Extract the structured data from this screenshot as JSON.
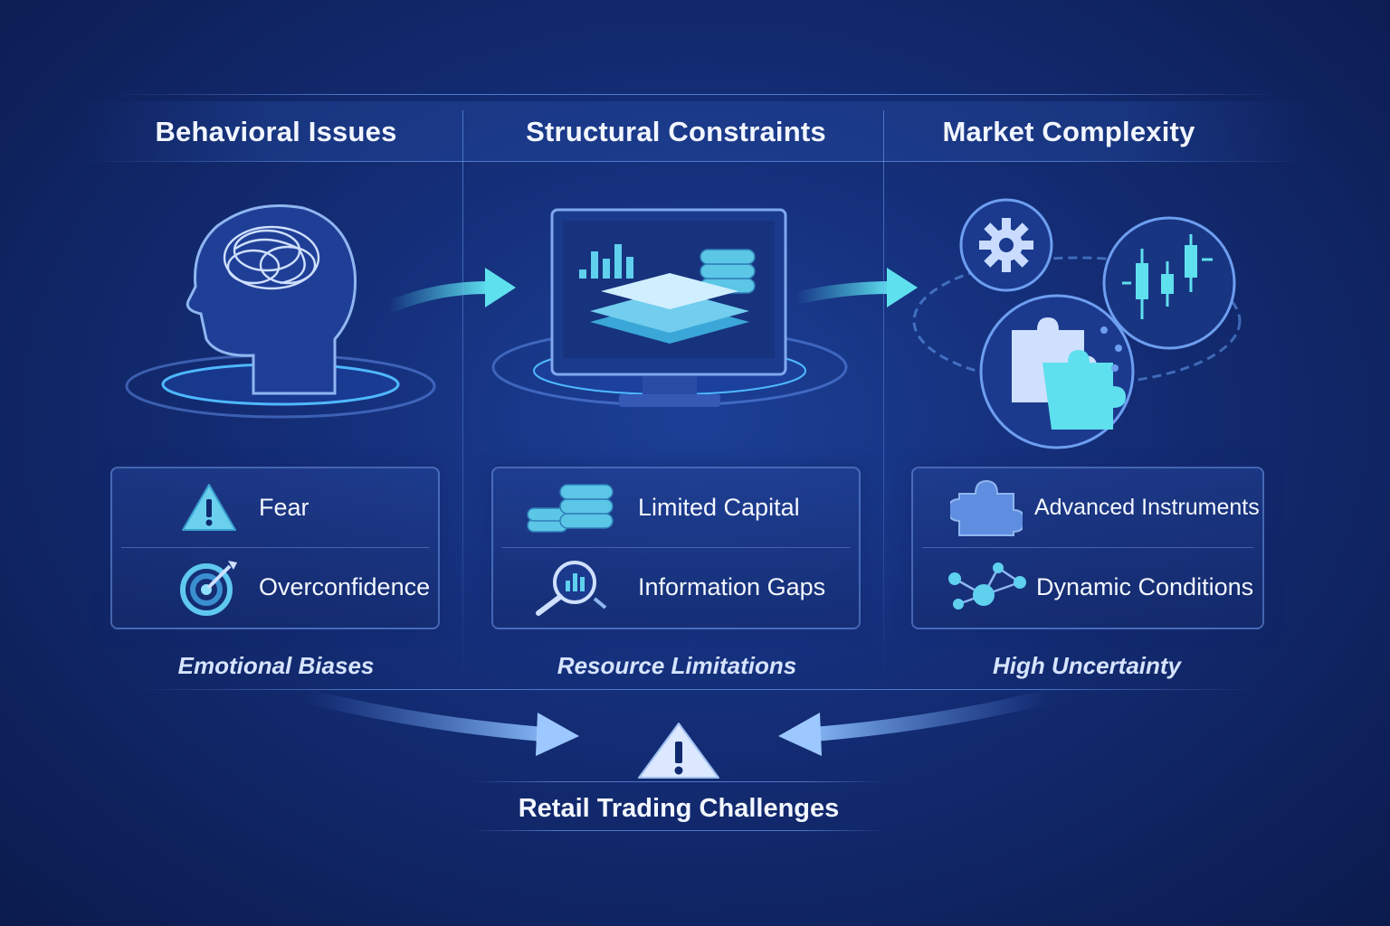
{
  "columns": [
    {
      "title": "Behavioral Issues",
      "illustration": "head-brain-icon",
      "items": [
        {
          "label": "Fear",
          "icon": "warning-triangle-icon"
        },
        {
          "label": "Overconfidence",
          "icon": "target-dart-icon"
        }
      ],
      "caption": "Emotional Biases"
    },
    {
      "title": "Structural Constraints",
      "illustration": "monitor-data-stack-icon",
      "items": [
        {
          "label": "Limited Capital",
          "icon": "coin-stacks-icon"
        },
        {
          "label": "Information Gaps",
          "icon": "magnifier-chart-icon"
        }
      ],
      "caption": "Resource Limitations"
    },
    {
      "title": "Market Complexity",
      "illustration": "gear-candlestick-puzzle-icon",
      "items": [
        {
          "label": "Advanced Instruments",
          "icon": "puzzle-piece-icon"
        },
        {
          "label": "Dynamic Conditions",
          "icon": "network-nodes-icon"
        }
      ],
      "caption": "High Uncertainty"
    }
  ],
  "footer": {
    "title": "Retail Trading Challenges",
    "icon": "warning-triangle-icon"
  },
  "colors": {
    "background": "#132c74",
    "accent": "#4fd6e8",
    "text": "#f2f6ff",
    "caption": "#d6e4ff"
  }
}
